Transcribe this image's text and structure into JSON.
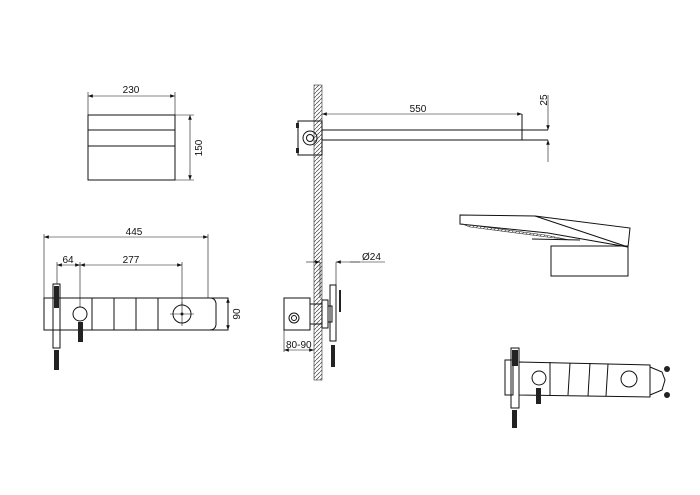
{
  "dimensions": {
    "head_width": "230",
    "head_height": "150",
    "arm_length": "550",
    "arm_thickness": "25",
    "panel_width": "445",
    "handset_offset": "64",
    "control_spacing": "277",
    "panel_height": "90",
    "hose_diameter": "Ø24",
    "wall_depth": "80-90"
  },
  "colors": {
    "line": "#111111",
    "background": "#ffffff"
  }
}
